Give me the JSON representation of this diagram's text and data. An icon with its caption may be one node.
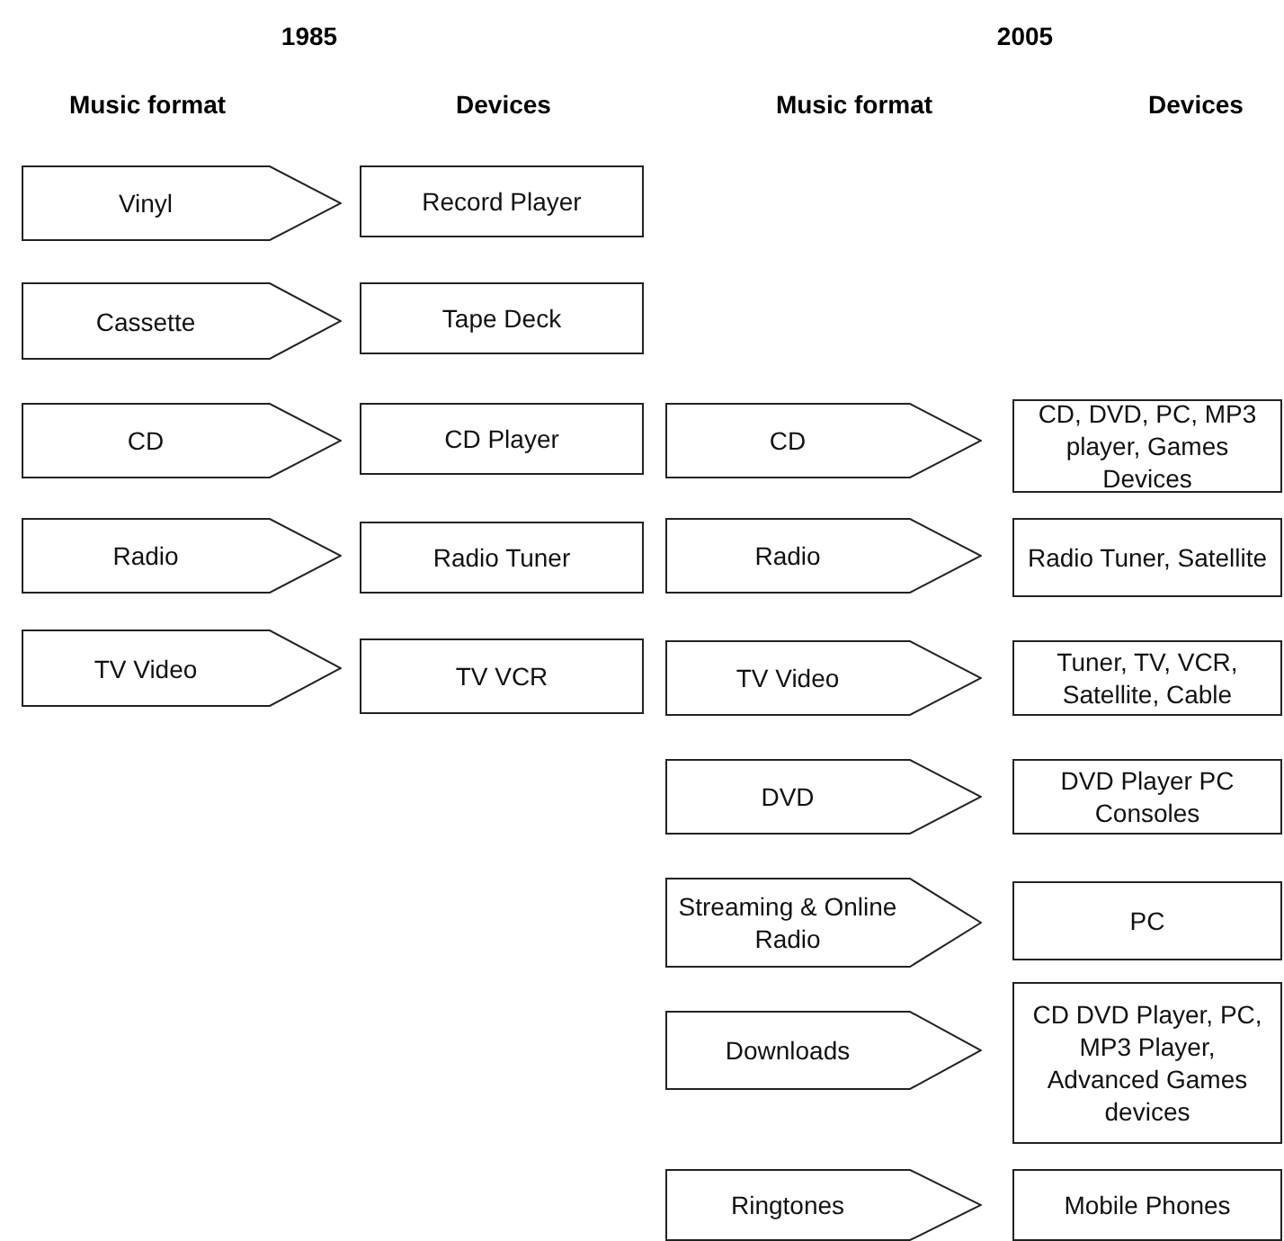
{
  "diagram": {
    "nodes": [
      {
        "text": [
          "Vinyl"
        ]
      },
      {
        "text": [
          "Record Player"
        ]
      },
      {
        "text": [
          "Cassette"
        ]
      },
      {
        "text": [
          "Tape Deck"
        ]
      },
      {
        "text": [
          "CD"
        ]
      },
      {
        "text": [
          "CD Player"
        ]
      },
      {
        "text": [
          "CD"
        ]
      },
      {
        "text": [
          "CD, DVD, PC, MP3 player, Games Devices"
        ]
      },
      {
        "text": [
          "Radio"
        ]
      },
      {
        "text": [
          "Radio Tuner"
        ]
      },
      {
        "text": [
          "Radio"
        ]
      },
      {
        "text": [
          "Radio Tuner, Satellite"
        ]
      },
      {
        "text": [
          "TV Video"
        ]
      },
      {
        "text": [
          "TV VCR"
        ]
      },
      {
        "text": [
          "TV Video"
        ]
      },
      {
        "text": [
          "Tuner, TV, VCR, Satellite, Cable"
        ]
      },
      {
        "text": [
          "DVD"
        ]
      },
      {
        "text": [
          "DVD Player PC Consoles"
        ]
      },
      {
        "text": [
          "Streaming & Online Radio"
        ]
      },
      {
        "text": [
          "PC"
        ]
      },
      {
        "text": [
          "Downloads"
        ]
      },
      {
        "text": [
          "CD DVD Player, PC, MP3 Player, Advanced Games devices"
        ]
      },
      {
        "text": [
          "Ringtones"
        ]
      },
      {
        "text": [
          "Mobile Phones"
        ]
      }
    ],
    "labels": [
      "1985",
      "2005",
      "Music format",
      "Devices",
      "Music format",
      "Devices"
    ]
  }
}
